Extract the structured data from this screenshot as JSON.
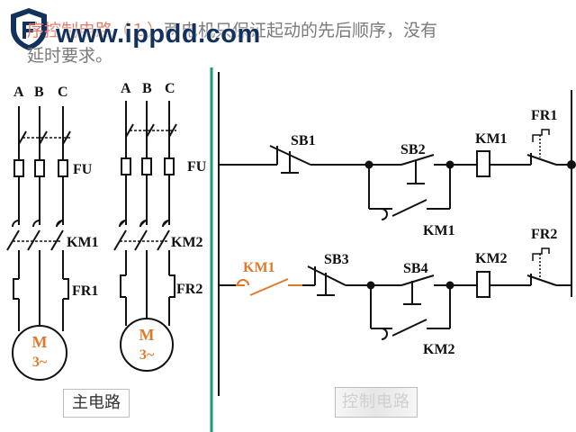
{
  "watermark": "www.ippdd.com",
  "caption": {
    "line1_highlight": "序控制电路（１）",
    "line1_rest": "两电机只保证起动的先后顺序，没有",
    "line2": "延时要求。"
  },
  "main_circuit": {
    "phase_labels": [
      "A",
      "B",
      "C"
    ],
    "fuse": "FU",
    "contactor_1": "KM1",
    "relay_1": "FR1",
    "contactor_2": "KM2",
    "relay_2": "FR2",
    "motor_letter": "M",
    "motor_sub": "3~",
    "caption": "主电路"
  },
  "control_circuit": {
    "rung1": {
      "stop": "SB1",
      "start": "SB2",
      "aux_contact": "KM1",
      "coil": "KM1",
      "relay_contact": "FR1"
    },
    "rung2": {
      "interlock": "KM1",
      "stop": "SB3",
      "start": "SB4",
      "aux_contact": "KM2",
      "coil": "KM2",
      "relay_contact": "FR2"
    },
    "caption": "控制电路"
  },
  "colors": {
    "divider": "#1d9b6e",
    "highlight": "#e07a2a",
    "wire": "#111111",
    "watermark": "#12315c"
  }
}
